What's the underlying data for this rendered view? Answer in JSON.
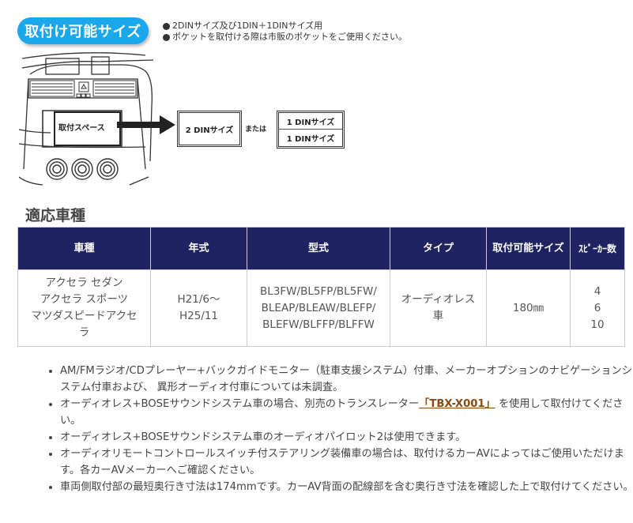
{
  "header": {
    "badge_label": "取付け可能サイズ",
    "badge_color": "#1aa7ec",
    "notes": [
      "2DINサイズ及び1DIN＋1DINサイズ用",
      "ポケットを取付ける際は市販のポケットをご使用ください。"
    ]
  },
  "diagram": {
    "space_label": "取付スペース",
    "option_2din": "2 DINサイズ",
    "or_label": "または",
    "option_1din_top": "1 DINサイズ",
    "option_1din_bottom": "1 DINサイズ"
  },
  "section": {
    "title": "適応車種"
  },
  "table": {
    "header_color": "#1f2361",
    "columns": [
      "車種",
      "年式",
      "型式",
      "タイプ",
      "取付可能サイズ",
      "ｽﾋﾟｰｶｰ数"
    ],
    "rows": [
      {
        "model": "アクセラ セダン\nアクセラ スポーツ\nマツダスピードアクセラ",
        "model_lines": [
          "アクセラ セダン",
          "アクセラ スポーツ",
          "マツダスピードアクセ",
          "ラ"
        ],
        "year_lines": [
          "H21/6～",
          "H25/11"
        ],
        "type_code_lines": [
          "BL3FW/BL5FP/BL5FW/",
          "BLEAP/BLEAW/BLEFP/",
          "BLEFW/BLFFP/BLFFW"
        ],
        "type_lines": [
          "オーディオレス",
          "車"
        ],
        "size": "180㎜",
        "speakers": [
          "4",
          "6",
          "10"
        ]
      }
    ]
  },
  "notes": {
    "items": [
      "AM/FMラジオ/CDプレーヤー+バックガイドモニター（駐車支援システム）付車、メーカーオプションのナビゲーションシステム付車および、 異形オーディオ付車については未調査。",
      {
        "before": "オーディオレス+BOSEサウンドシステム車の場合、別売のトランスレーター",
        "link": "「TBX-X001」",
        "after": " を使用して取付けてください。"
      },
      "オーディオレス+BOSEサウンドシステム車のオーディオパイロット2は使用できます。",
      "オーディオリモートコントロールスイッチ付ステアリング装備車の場合は、取付けるカーAVによってはご使用いただけます。各カーAVメーカーへご確認ください。",
      "車両側取付部の最短奥行き寸法は174mmです。カーAV背面の配線部を含む奥行き寸法を確認した上で取付けてください。"
    ],
    "link_color": "#8a4b12"
  }
}
